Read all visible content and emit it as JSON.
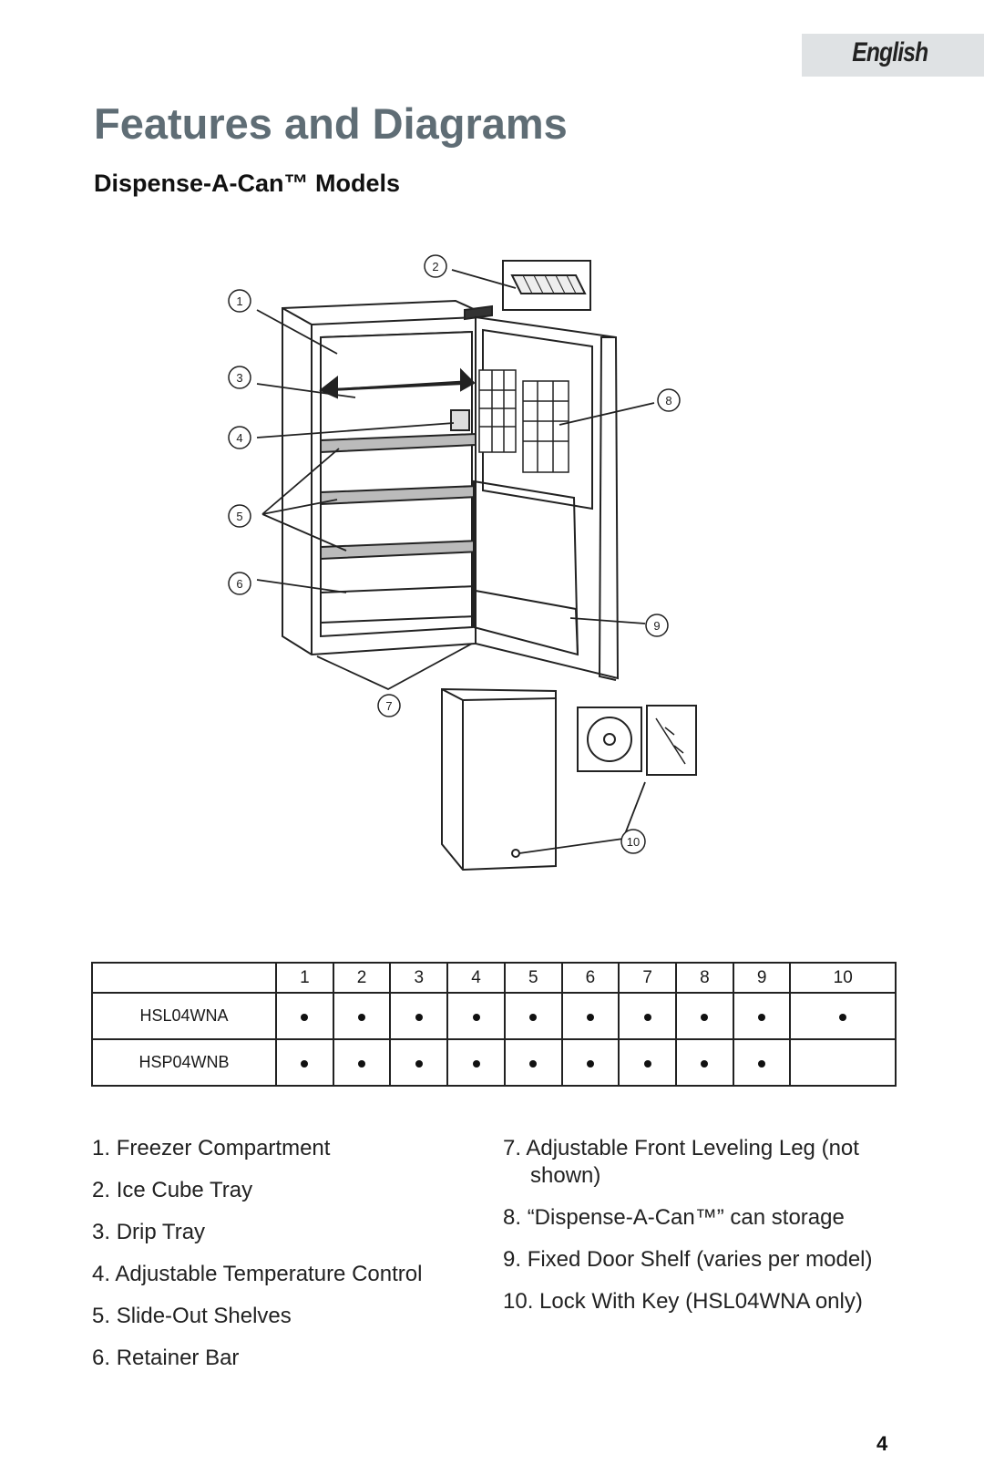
{
  "language_tab": "English",
  "title": "Features and Diagrams",
  "subtitle": "Dispense-A-Can™ Models",
  "callouts": [
    "1",
    "2",
    "3",
    "4",
    "5",
    "6",
    "7",
    "8",
    "9",
    "10"
  ],
  "table": {
    "columns": [
      "1",
      "2",
      "3",
      "4",
      "5",
      "6",
      "7",
      "8",
      "9",
      "10"
    ],
    "rows": [
      {
        "model": "HSL04WNA",
        "features": [
          true,
          true,
          true,
          true,
          true,
          true,
          true,
          true,
          true,
          true
        ]
      },
      {
        "model": "HSP04WNB",
        "features": [
          true,
          true,
          true,
          true,
          true,
          true,
          true,
          true,
          true,
          false
        ]
      }
    ]
  },
  "features_left": [
    {
      "num": "1.",
      "text": "Freezer Compartment"
    },
    {
      "num": "2.",
      "text": "Ice Cube Tray"
    },
    {
      "num": "3.",
      "text": "Drip Tray"
    },
    {
      "num": "4.",
      "text": "Adjustable Temperature Control"
    },
    {
      "num": "5.",
      "text": "Slide-Out Shelves"
    },
    {
      "num": "6.",
      "text": "Retainer Bar"
    }
  ],
  "features_right": [
    {
      "num": "7.",
      "text": "Adjustable Front Leveling Leg (not",
      "text2": "shown)"
    },
    {
      "num": "8.",
      "text": "“Dispense-A-Can™” can storage"
    },
    {
      "num": "9.",
      "text": "Fixed Door Shelf (varies per model)"
    },
    {
      "num": "10.",
      "text": "Lock With Key (HSL04WNA only)"
    }
  ],
  "page_number": "4"
}
